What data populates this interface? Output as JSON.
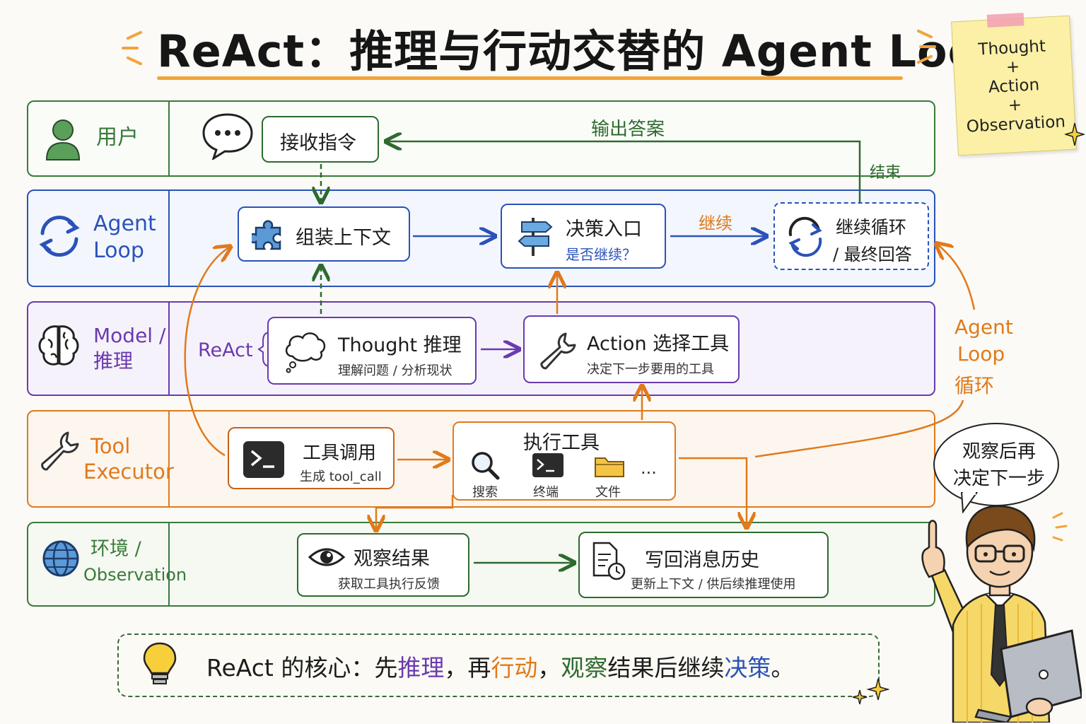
{
  "title": "ReAct：推理与行动交替的 Agent Loop",
  "sticky_note": {
    "line1": "Thought",
    "line2": "+",
    "line3": "Action",
    "line4": "+",
    "line5": "Observation"
  },
  "lanes": {
    "user": {
      "label": "用户",
      "color": "#3a7a3a"
    },
    "agent": {
      "label_line1": "Agent",
      "label_line2": "Loop",
      "color": "#2a52b8"
    },
    "model": {
      "label_line1": "Model /",
      "label_line2": "推理",
      "color": "#6a3ab0"
    },
    "tool": {
      "label_line1": "Tool",
      "label_line2": "Executor",
      "color": "#e07a1c"
    },
    "env": {
      "label_line1": "环境 /",
      "label_line2": "Observation",
      "color": "#3a7a3a"
    }
  },
  "boxes": {
    "receive": {
      "title": "接收指令"
    },
    "assemble": {
      "title": "组装上下文"
    },
    "decision": {
      "title": "决策入口",
      "sub": "是否继续？"
    },
    "continue_loop": {
      "title": "继续循环",
      "sub": "/ 最终回答"
    },
    "thought": {
      "title": "Thought 推理",
      "sub": "理解问题 / 分析现状"
    },
    "action": {
      "title": "Action 选择工具",
      "sub": "决定下一步要用的工具"
    },
    "tool_call": {
      "title": "工具调用",
      "sub": "生成 tool_call"
    },
    "execute": {
      "title": "执行工具",
      "items": [
        "搜索",
        "终端",
        "文件"
      ],
      "more": "..."
    },
    "observe": {
      "title": "观察结果",
      "sub": "获取工具执行反馈"
    },
    "write_back": {
      "title": "写回消息历史",
      "sub": "更新上下文 / 供后续推理使用"
    }
  },
  "edge_labels": {
    "output_answer": "输出答案",
    "end": "结束",
    "continue": "继续",
    "react": "ReAct",
    "agent_loop_line1": "Agent",
    "agent_loop_line2": "Loop",
    "agent_loop_line3": "循环"
  },
  "speech_bubble": {
    "line1": "观察后再",
    "line2": "决定下一步"
  },
  "banner": {
    "p1": "ReAct 的核心：先",
    "k1": "推理",
    "p2": "，再",
    "k2": "行动",
    "p3": "，",
    "k3": "观察",
    "p4": "结果后继续",
    "k4": "决策",
    "p5": "。"
  },
  "colors": {
    "green": "#3a7a3a",
    "blue": "#2a52b8",
    "purple": "#6a3ab0",
    "orange": "#e07a1c",
    "accent": "#f3a43a"
  },
  "icons": [
    "user-icon",
    "chat-icon",
    "refresh-icon",
    "brain-icon",
    "wrench-icon",
    "globe-icon",
    "puzzle-icon",
    "signpost-icon",
    "cloud-icon",
    "terminal-icon",
    "search-icon",
    "folder-icon",
    "eye-icon",
    "document-clock-icon",
    "lightbulb-icon",
    "sparkle-icon",
    "developer-character"
  ]
}
